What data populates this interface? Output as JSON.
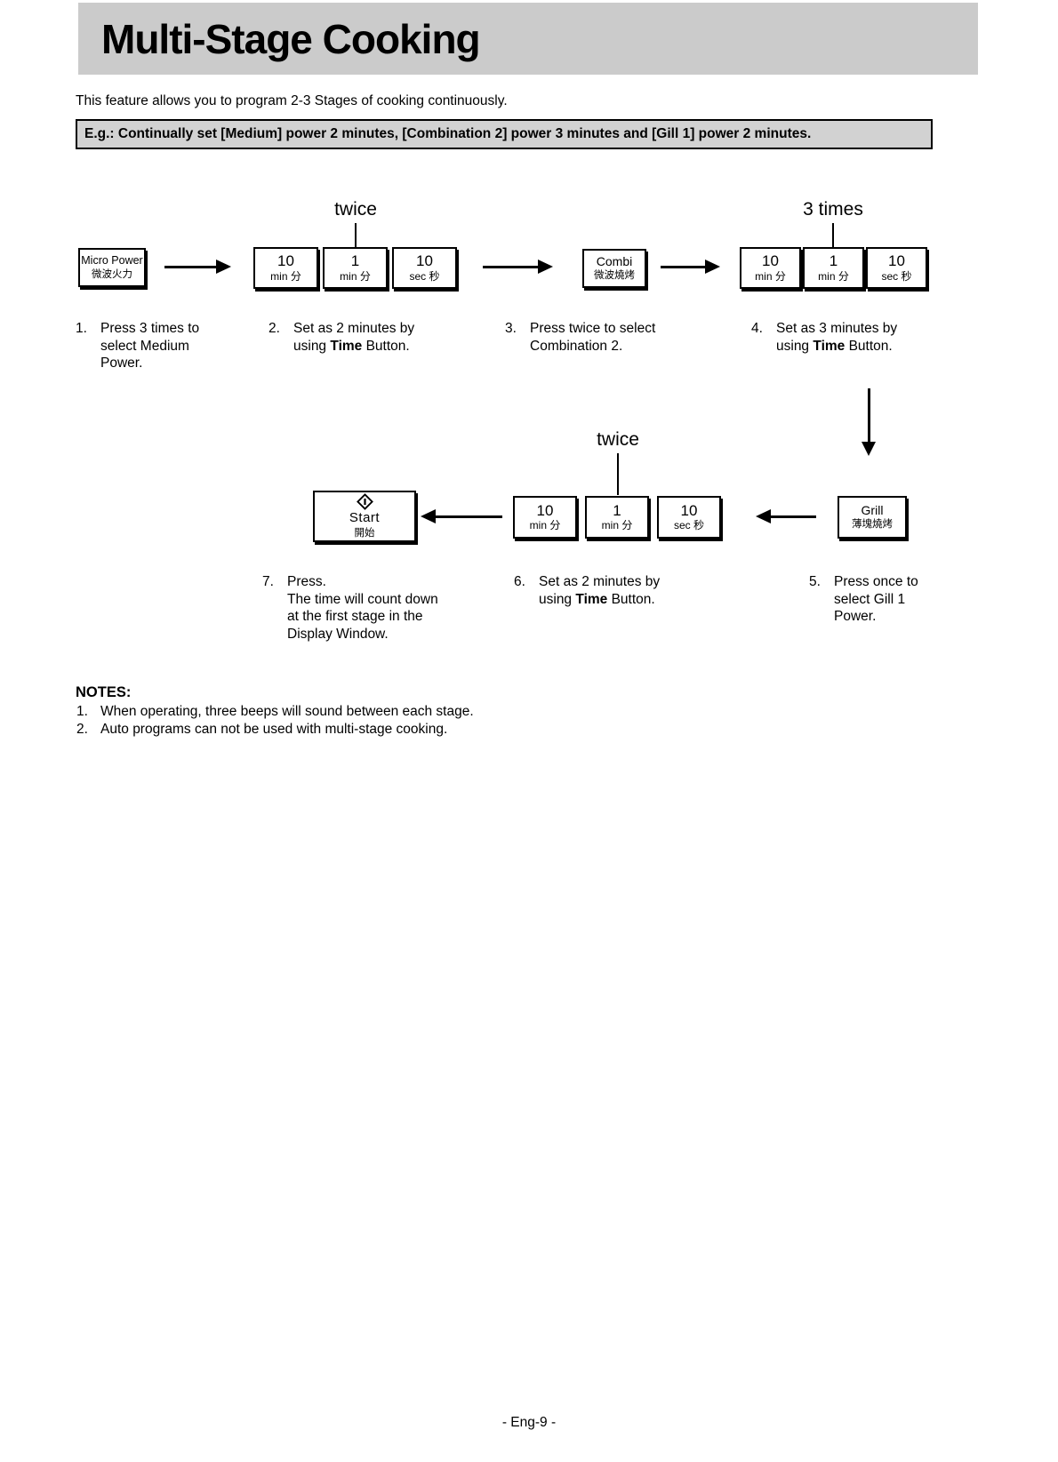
{
  "header": {
    "title": "Multi-Stage Cooking"
  },
  "intro": "This feature allows you to program 2-3 Stages of cooking continuously.",
  "example": "E.g.: Continually set [Medium] power 2 minutes, [Combination 2] power 3 minutes and [Gill 1] power 2 minutes.",
  "colors": {
    "banner_gray": "#cbcbcb",
    "example_box_gray": "#d2d2d2",
    "ink": "#000000"
  },
  "labels": {
    "twice": "twice",
    "three_times": "3 times"
  },
  "buttons": {
    "micro_power": {
      "en": "Micro Power",
      "zh": "微波火力"
    },
    "combi": {
      "en": "Combi",
      "zh": "微波燒烤"
    },
    "grill": {
      "en": "Grill",
      "zh": "薄塊燒烤"
    },
    "start": {
      "en": "Start",
      "zh": "開始",
      "icon": "start-diamond-icon"
    },
    "t10min": {
      "v": "10",
      "u": "min 分"
    },
    "t1min": {
      "v": "1",
      "u": "min 分"
    },
    "t10sec": {
      "v": "10",
      "u": "sec 秒"
    }
  },
  "steps": {
    "s1": {
      "num": "1.",
      "l1": "Press 3 times to",
      "l2": "select Medium",
      "l3": "Power."
    },
    "s2": {
      "num": "2.",
      "l1": "Set as 2 minutes by",
      "l2a": "using ",
      "l2b": "Time",
      "l2c": " Button."
    },
    "s3": {
      "num": "3.",
      "l1": "Press twice to select",
      "l2": "Combination 2."
    },
    "s4": {
      "num": "4.",
      "l1": "Set as 3 minutes by",
      "l2a": "using ",
      "l2b": "Time",
      "l2c": " Button."
    },
    "s5": {
      "num": "5.",
      "l1": "Press once to",
      "l2": "select Gill 1",
      "l3": "Power."
    },
    "s6": {
      "num": "6.",
      "l1": "Set as 2 minutes by",
      "l2a": "using ",
      "l2b": "Time",
      "l2c": " Button."
    },
    "s7": {
      "num": "7.",
      "l1": "Press.",
      "l2": "The time will count down",
      "l3": "at the first stage in the",
      "l4": "Display Window."
    }
  },
  "notes": {
    "heading": "NOTES:",
    "items": [
      {
        "num": "1.",
        "text": "When operating, three beeps will sound between each stage."
      },
      {
        "num": "2.",
        "text": "Auto programs can not be used with multi-stage cooking."
      }
    ]
  },
  "footer": "- Eng-9 -"
}
